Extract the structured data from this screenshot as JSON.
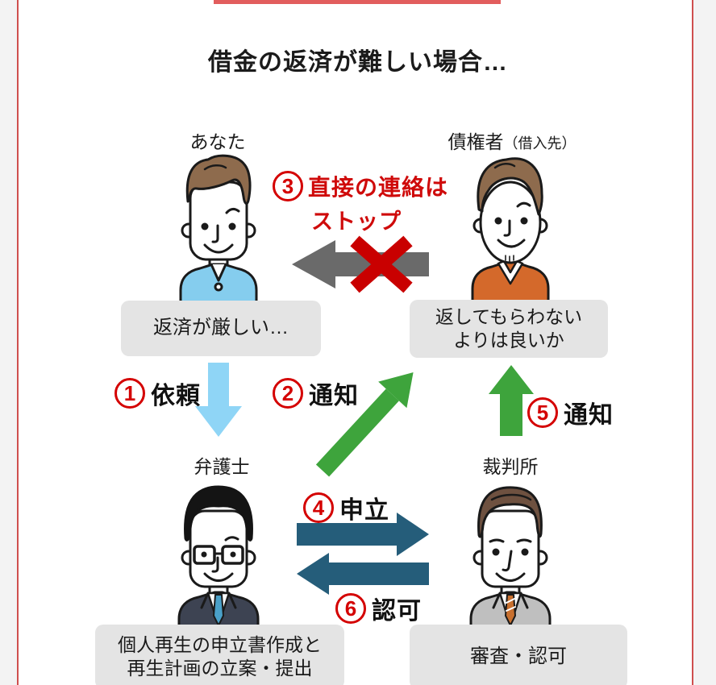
{
  "title": "借金の返済が難しい場合…",
  "actors": {
    "you": {
      "label": "あなた",
      "callout": "返済が厳しい…"
    },
    "creditor": {
      "label": "債権者",
      "label_sub": "（借入先）",
      "callout_line1": "返してもらわない",
      "callout_line2": "よりは良いか"
    },
    "lawyer": {
      "label": "弁護士",
      "callout_line1": "個人再生の申立書作成と",
      "callout_line2": "再生計画の立案・提出"
    },
    "court": {
      "label": "裁判所",
      "callout": "審査・認可"
    }
  },
  "steps": {
    "step1": {
      "num": "1",
      "label": "依頼"
    },
    "step2": {
      "num": "2",
      "label": "通知"
    },
    "step3": {
      "num": "3",
      "label_line1": "直接の連絡は",
      "label_line2": "ストップ"
    },
    "step4": {
      "num": "4",
      "label": "申立"
    },
    "step5": {
      "num": "5",
      "label": "通知"
    },
    "step6": {
      "num": "6",
      "label": "認可"
    }
  },
  "colors": {
    "border_red": "#cf4f4e",
    "header_bar_red": "#e25d5d",
    "step_number_red": "#d40000",
    "stop_text_red": "#cf0a0a",
    "x_mark_red": "#c90000",
    "arrow_lightblue": "#8fd5f6",
    "arrow_green": "#3ea43c",
    "arrow_teal": "#255d7a",
    "arrow_gray": "#6a6a6a",
    "callout_bg": "#e4e4e4",
    "panel_bg": "#ffffff",
    "page_bg": "#f3f3f3"
  }
}
